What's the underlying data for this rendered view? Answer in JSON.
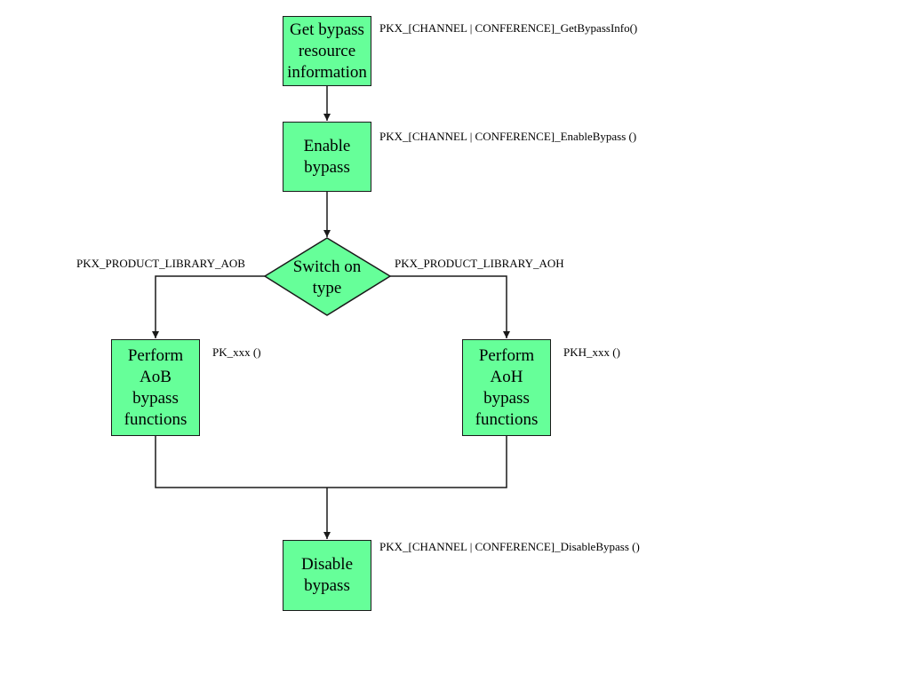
{
  "nodes": {
    "get_info": "Get bypass\nresource\ninformation",
    "enable": "Enable\nbypass",
    "switch": "Switch on\ntype",
    "aob": "Perform\nAoB\nbypass\nfunctions",
    "aoh": "Perform\nAoH\nbypass\nfunctions",
    "disable": "Disable\nbypass"
  },
  "annotations": {
    "get_info_fn": "PKX_[CHANNEL | CONFERENCE]_GetBypassInfo()",
    "enable_fn": "PKX_[CHANNEL | CONFERENCE]_EnableBypass ()",
    "aob_branch": "PKX_PRODUCT_LIBRARY_AOB",
    "aoh_branch": "PKX_PRODUCT_LIBRARY_AOH",
    "aob_fn": "PK_xxx ()",
    "aoh_fn": "PKH_xxx ()",
    "disable_fn": "PKX_[CHANNEL | CONFERENCE]_DisableBypass ()"
  },
  "colors": {
    "node_fill": "#66ff99",
    "stroke": "#1a1a1a"
  }
}
